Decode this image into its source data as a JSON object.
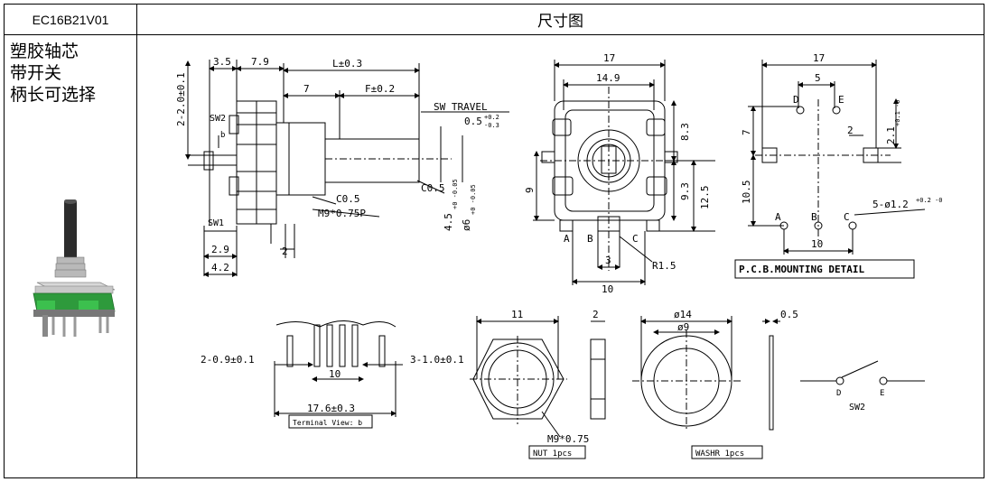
{
  "header": {
    "part_number": "EC16B21V01",
    "title": "尺寸图"
  },
  "description": [
    "塑胶轴芯",
    "带开关",
    "柄长可选择"
  ],
  "side_view": {
    "top_left_dims": [
      "3.5",
      "7.9"
    ],
    "length": "L±0.3",
    "sw_travel_label": "SW TRAVEL",
    "sw_travel_value": "0.5",
    "sw_travel_tol_plus": "+0.2",
    "sw_travel_tol_minus": "-0.3",
    "mount_label": "2-2.0±0.1",
    "seven": "7",
    "flat": "F±0.2",
    "sw2": "SW2",
    "b": "b",
    "chamfer1": "C0.5",
    "chamfer2": "C0.5",
    "thread": "M9*0.75P",
    "shaft_d1": "4.5",
    "shaft_d1_tol": "+0 -0.05",
    "shaft_d2": "ø6",
    "shaft_d2_tol": "+0 -0.05",
    "sw1": "SW1",
    "dim_2_9": "2.9",
    "dim_2": "2",
    "dim_4_2": "4.2"
  },
  "front_view": {
    "w17": "17",
    "w14_9": "14.9",
    "h8_3": "8.3",
    "h9": "9",
    "h9_3": "9.3",
    "h12_5": "12.5",
    "pin_a": "A",
    "pin_b": "B",
    "pin_c": "C",
    "dim3": "3",
    "r1_5": "R1.5",
    "dim10": "10"
  },
  "pcb_view": {
    "w17": "17",
    "w5": "5",
    "d": "D",
    "e": "E",
    "seven": "7",
    "two": "2",
    "h2_1": "2.1",
    "h2_1_tol": "+0.1 -0",
    "h10_5": "10.5",
    "a": "A",
    "b": "B",
    "c": "C",
    "holes": "5-ø1.2",
    "holes_tol": "+0.2 -0",
    "w10": "10",
    "caption": "P.C.B.MOUNTING DETAIL"
  },
  "terminal_view": {
    "left": "2-0.9±0.1",
    "right": "3-1.0±0.1",
    "ten": "10",
    "overall": "17.6±0.3",
    "caption": "Terminal View: b"
  },
  "nut": {
    "width": "11",
    "thick": "2",
    "thread": "M9*0.75",
    "caption": "NUT 1pcs"
  },
  "washer": {
    "outer": "ø14",
    "inner": "ø9",
    "thick": "0.5",
    "caption": "WASHR  1pcs"
  },
  "switch": {
    "d": "D",
    "e": "E",
    "label": "SW2"
  }
}
